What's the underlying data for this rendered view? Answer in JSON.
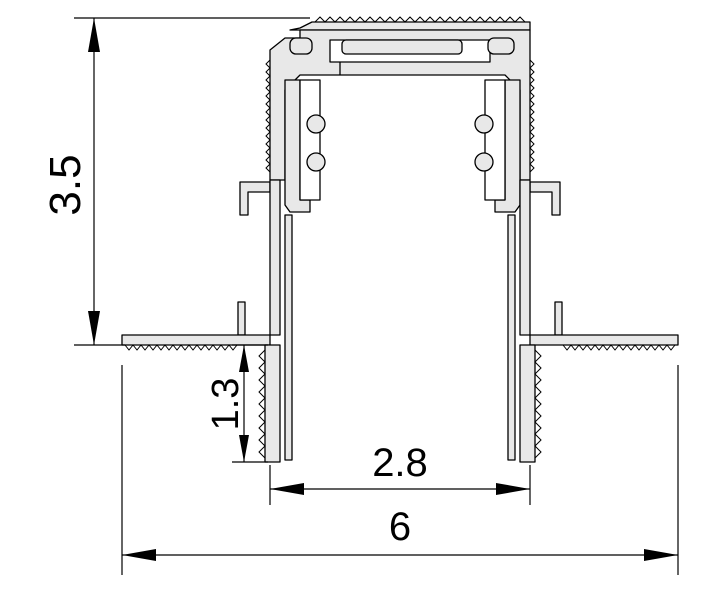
{
  "dimensions": {
    "height_total": "3.5",
    "height_lower": "1.3",
    "inner_width": "2.8",
    "outer_width": "6"
  },
  "colors": {
    "profile_fill": "#e8e8e8",
    "line": "#000000",
    "background": "#ffffff"
  }
}
